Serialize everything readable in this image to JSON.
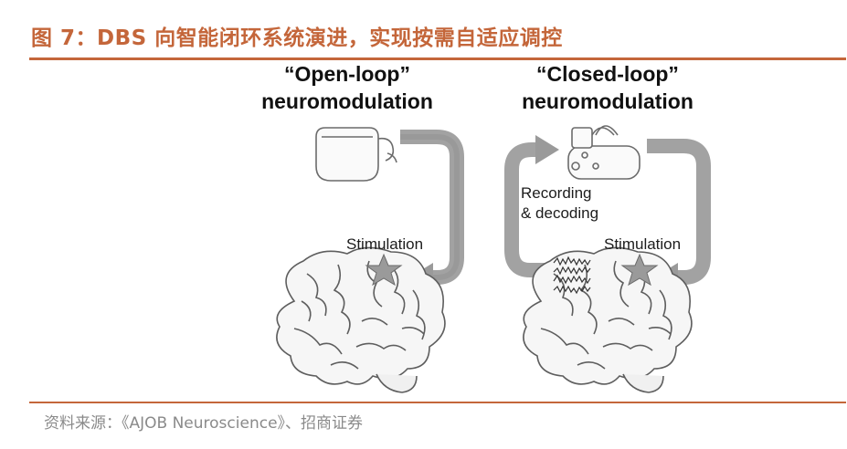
{
  "figure": {
    "title": "图 7：DBS 向智能闭环系统演进，实现按需自适应调控",
    "source": "资料来源：《AJOB Neuroscience》、招商证券"
  },
  "open_loop": {
    "heading_line1": "“Open-loop”",
    "heading_line2": "neuromodulation",
    "stimulation_label": "Stimulation"
  },
  "closed_loop": {
    "heading_line1": "“Closed-loop”",
    "heading_line2": "neuromodulation",
    "recording_line1": "Recording",
    "recording_line2": "& decoding",
    "stimulation_label": "Stimulation"
  },
  "colors": {
    "title": "#c4663a",
    "arrow": "#8d8d8d",
    "outline": "#6b6b6b",
    "brain_fill": "#f4f4f4",
    "star": "#9a9a9a"
  }
}
